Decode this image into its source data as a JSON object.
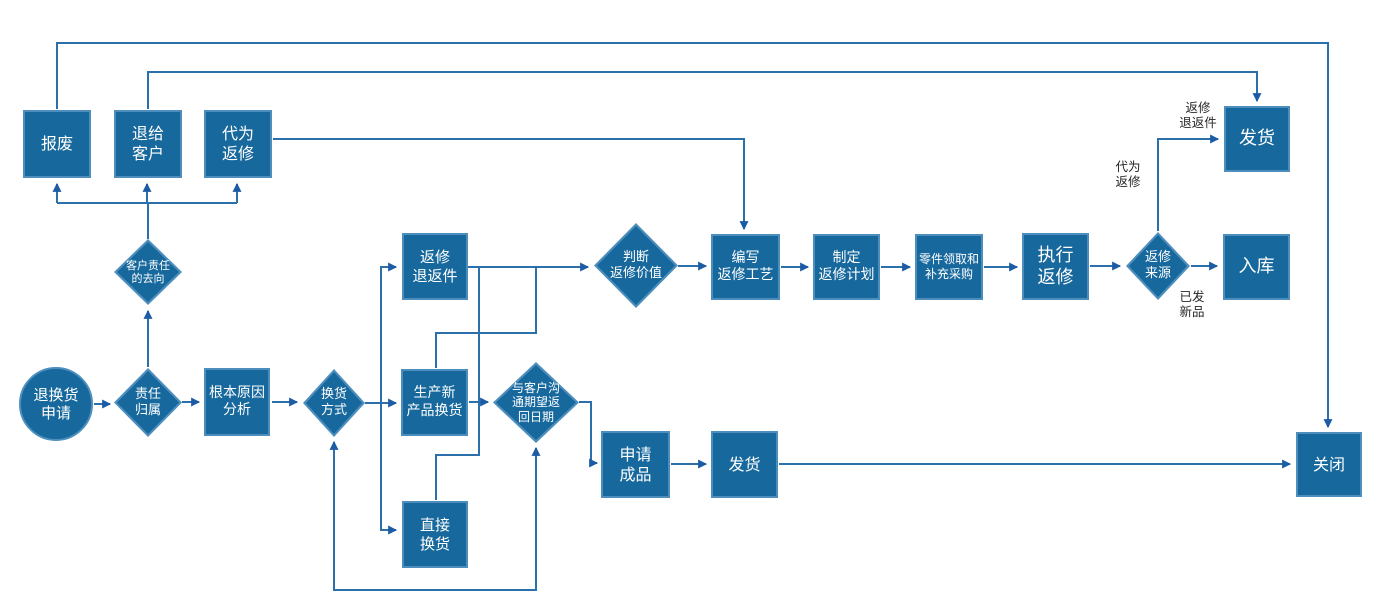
{
  "diagram": {
    "type": "flowchart",
    "language": "zh-CN",
    "colors": {
      "node_fill": "#17689D",
      "node_border": "#4D8EBD",
      "connector": "#2C70AB",
      "arrowhead": "#1B5CA4",
      "node_text": "#FFFFFF",
      "edge_label_text": "#262626",
      "background": "#FFFFFF"
    },
    "nodes": {
      "return_exchange_request": {
        "shape": "circle",
        "label": "退换货\n申请"
      },
      "liability_attribution": {
        "shape": "diamond",
        "label": "责任\n归属"
      },
      "customer_liability_routing": {
        "shape": "diamond",
        "label": "客户责任\n的去向"
      },
      "scrap": {
        "shape": "box",
        "label": "报废"
      },
      "return_to_customer": {
        "shape": "box",
        "label": "退给\n客户"
      },
      "repair_on_behalf": {
        "shape": "box",
        "label": "代为\n返修"
      },
      "root_cause_analysis": {
        "shape": "box",
        "label": "根本原因\n分析"
      },
      "exchange_method": {
        "shape": "diamond",
        "label": "换货\n方式"
      },
      "repair_returned_part": {
        "shape": "box",
        "label": "返修\n退返件"
      },
      "produce_new_product": {
        "shape": "box",
        "label": "生产新\n产品换货"
      },
      "direct_exchange": {
        "shape": "box",
        "label": "直接\n换货"
      },
      "communicate_return_date": {
        "shape": "diamond",
        "label": "与客户沟\n通期望返\n回日期"
      },
      "judge_repair_value": {
        "shape": "diamond",
        "label": "判断\n返修价值"
      },
      "write_repair_process": {
        "shape": "box",
        "label": "编写\n返修工艺"
      },
      "make_repair_plan": {
        "shape": "box",
        "label": "制定\n返修计划"
      },
      "parts_pickup_purchase": {
        "shape": "box",
        "label": "零件领取和\n补充采购"
      },
      "execute_repair": {
        "shape": "box",
        "label": "执行\n返修"
      },
      "repair_source": {
        "shape": "diamond",
        "label": "返修\n来源"
      },
      "warehouse_in": {
        "shape": "box",
        "label": "入库"
      },
      "ship_top": {
        "shape": "box",
        "label": "发货"
      },
      "request_finished_goods": {
        "shape": "box",
        "label": "申请\n成品"
      },
      "ship_bottom": {
        "shape": "box",
        "label": "发货"
      },
      "close": {
        "shape": "box",
        "label": "关闭"
      }
    },
    "edge_labels": {
      "repair_returned_part": "返修\n退返件",
      "repair_on_behalf": "代为\n返修",
      "new_item_shipped": "已发\n新品"
    },
    "edges": [
      {
        "from": "return_exchange_request",
        "to": "liability_attribution"
      },
      {
        "from": "liability_attribution",
        "to": "root_cause_analysis"
      },
      {
        "from": "liability_attribution",
        "to": "customer_liability_routing"
      },
      {
        "from": "customer_liability_routing",
        "to": "scrap"
      },
      {
        "from": "customer_liability_routing",
        "to": "return_to_customer"
      },
      {
        "from": "customer_liability_routing",
        "to": "repair_on_behalf"
      },
      {
        "from": "scrap",
        "to": "close"
      },
      {
        "from": "return_to_customer",
        "to": "ship_top"
      },
      {
        "from": "repair_on_behalf",
        "to": "write_repair_process"
      },
      {
        "from": "root_cause_analysis",
        "to": "exchange_method"
      },
      {
        "from": "exchange_method",
        "to": "repair_returned_part"
      },
      {
        "from": "exchange_method",
        "to": "produce_new_product"
      },
      {
        "from": "exchange_method",
        "to": "direct_exchange"
      },
      {
        "from": "repair_returned_part",
        "to": "judge_repair_value"
      },
      {
        "from": "produce_new_product",
        "to": "judge_repair_value"
      },
      {
        "from": "direct_exchange",
        "to": "judge_repair_value"
      },
      {
        "from": "produce_new_product",
        "to": "communicate_return_date"
      },
      {
        "from": "communicate_return_date",
        "to": "request_finished_goods"
      },
      {
        "from": "communicate_return_date",
        "to": "exchange_method",
        "note": "feedback, arrows both ends"
      },
      {
        "from": "request_finished_goods",
        "to": "ship_bottom"
      },
      {
        "from": "ship_bottom",
        "to": "close"
      },
      {
        "from": "judge_repair_value",
        "to": "write_repair_process"
      },
      {
        "from": "write_repair_process",
        "to": "make_repair_plan"
      },
      {
        "from": "make_repair_plan",
        "to": "parts_pickup_purchase"
      },
      {
        "from": "parts_pickup_purchase",
        "to": "execute_repair"
      },
      {
        "from": "execute_repair",
        "to": "repair_source"
      },
      {
        "from": "repair_source",
        "to": "warehouse_in",
        "label": "已发新品"
      },
      {
        "from": "repair_source",
        "to": "ship_top",
        "label": "代为返修 / 返修退返件"
      }
    ]
  }
}
